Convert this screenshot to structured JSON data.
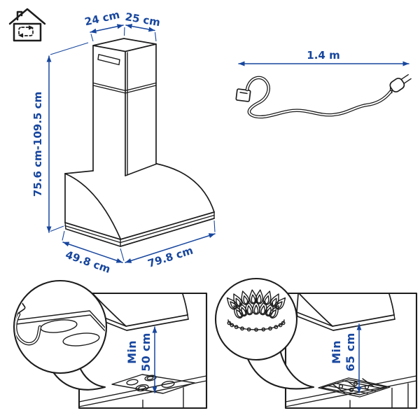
{
  "colors": {
    "accent_blue": "#17469e",
    "line_black": "#1d1d1d",
    "background": "#ffffff"
  },
  "hood": {
    "top_depth": "24 cm",
    "top_width": "25 cm",
    "height_range": "75.6 cm-109.5 cm",
    "base_depth": "49.8 cm",
    "base_width": "79.8 cm"
  },
  "cable": {
    "length": "1.4 m"
  },
  "electric_clearance": {
    "min_label": "Min",
    "value": "50 cm"
  },
  "gas_clearance": {
    "min_label": "Min",
    "value": "65 cm"
  },
  "icons": {
    "house": "house-recirculation-icon",
    "electric_detail": "power-plug-cord-icon",
    "gas_detail": "gas-burner-flames-icon"
  }
}
